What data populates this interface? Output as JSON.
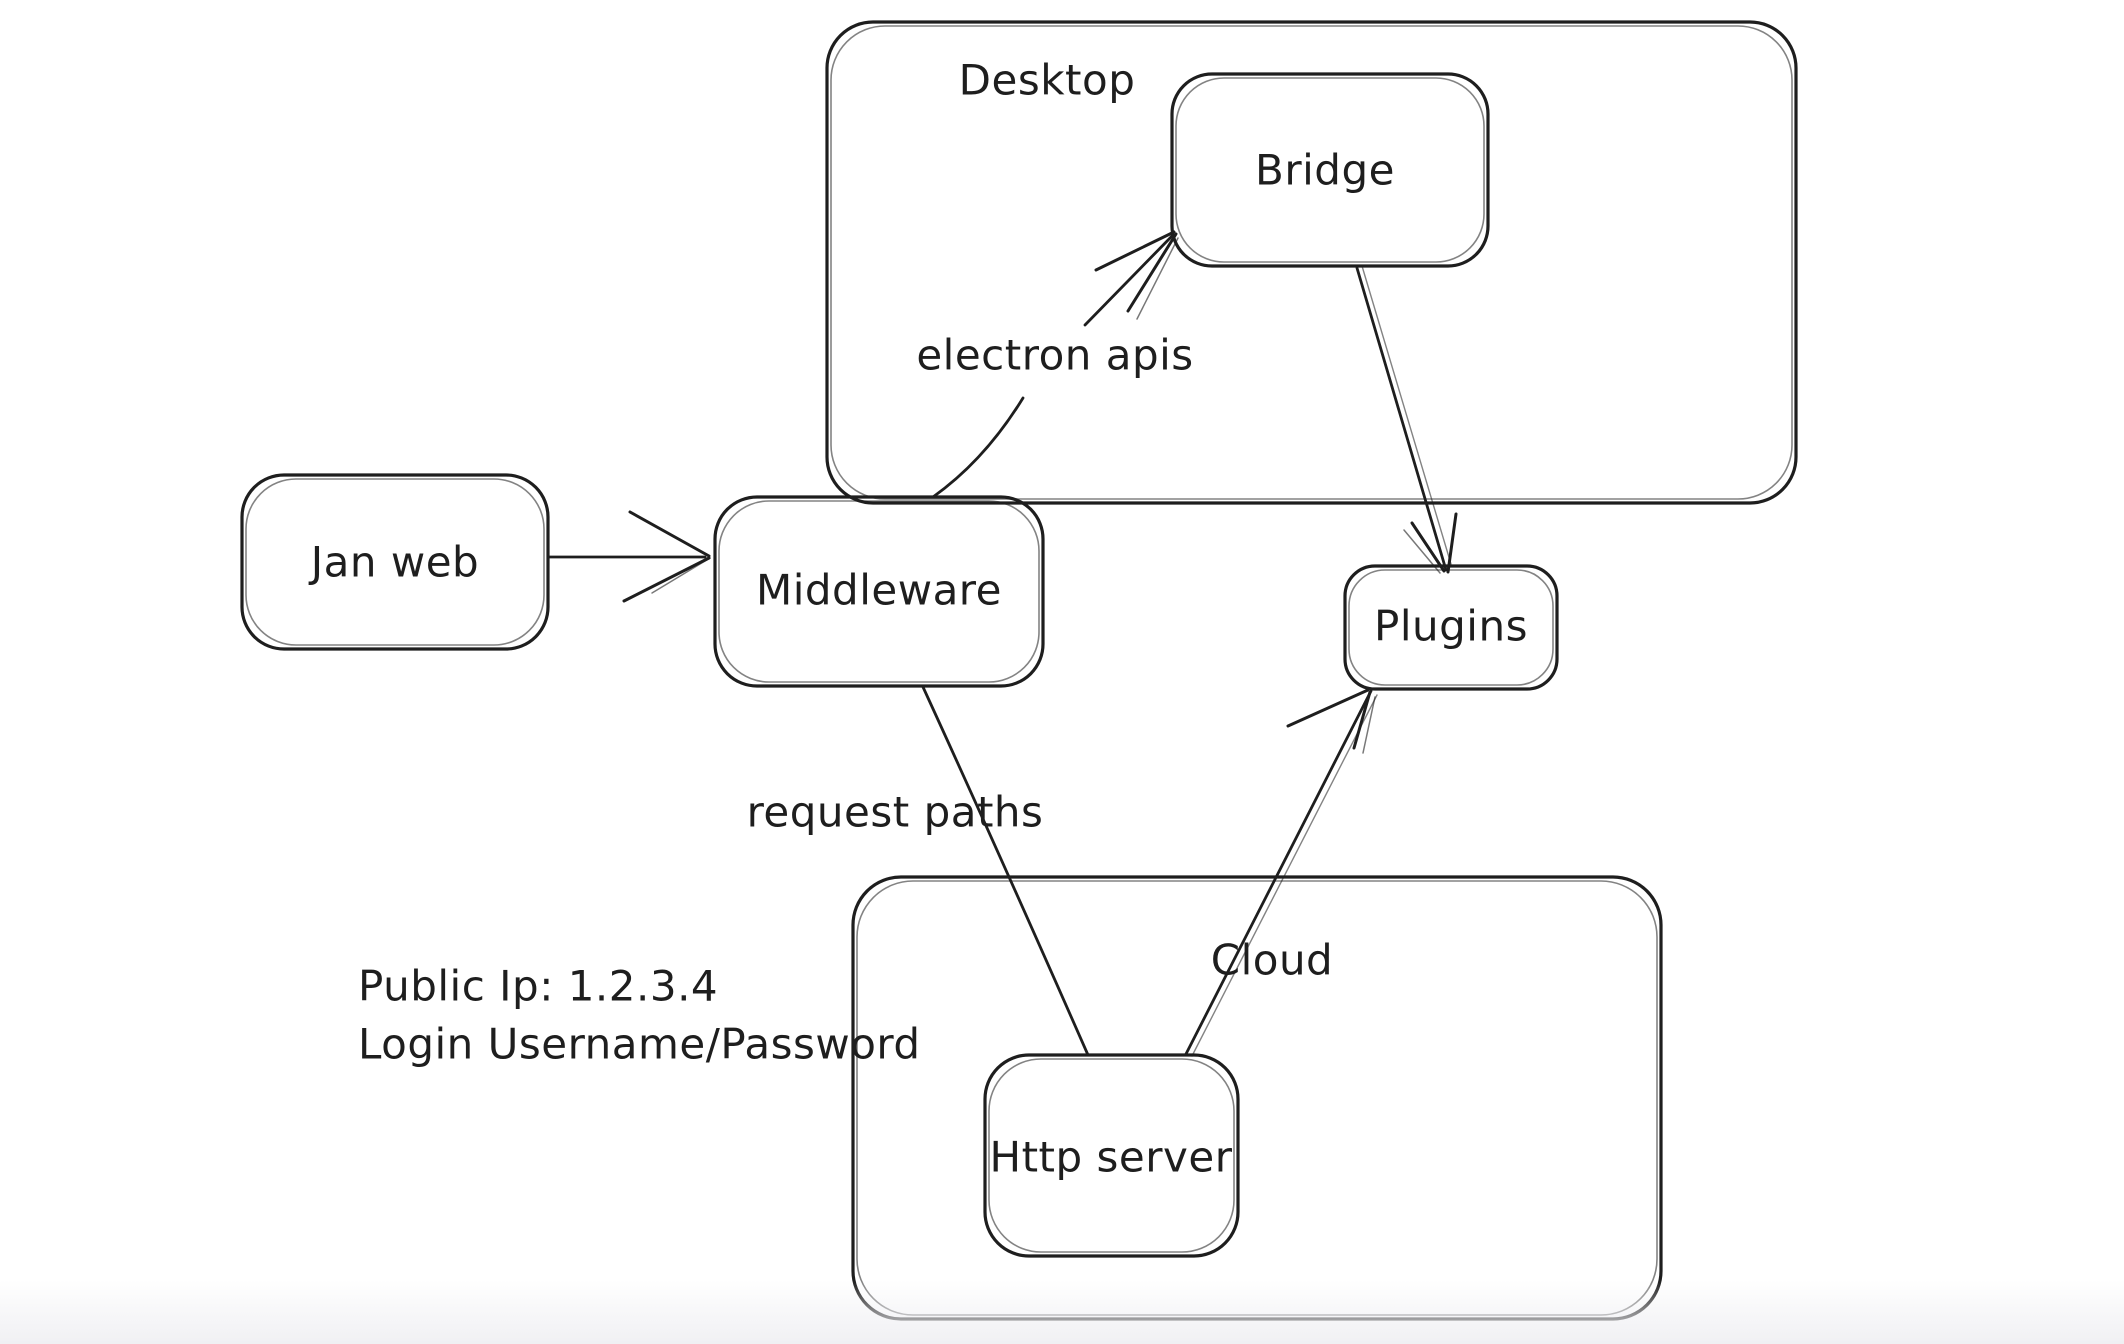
{
  "app": {
    "background_color": "#ffffff",
    "ink_color": "#1e1e1e"
  },
  "diagram": {
    "containers": [
      {
        "id": "desktop",
        "label": "Desktop"
      },
      {
        "id": "cloud",
        "label": "Cloud"
      }
    ],
    "nodes": [
      {
        "id": "jan-web",
        "label": "Jan web"
      },
      {
        "id": "middleware",
        "label": "Middleware"
      },
      {
        "id": "bridge",
        "label": "Bridge"
      },
      {
        "id": "plugins",
        "label": "Plugins"
      },
      {
        "id": "http-server",
        "label": "Http server"
      }
    ],
    "edges": [
      {
        "id": "jan-web-to-middleware",
        "from": "Jan web",
        "to": "Middleware",
        "label": ""
      },
      {
        "id": "middleware-to-bridge",
        "from": "Middleware",
        "to": "Bridge",
        "label": "electron apis"
      },
      {
        "id": "bridge-to-plugins",
        "from": "Bridge",
        "to": "Plugins",
        "label": ""
      },
      {
        "id": "middleware-to-http-server",
        "from": "Middleware",
        "to": "Http server",
        "label": "request paths"
      },
      {
        "id": "http-server-to-plugins",
        "from": "Http server",
        "to": "Plugins",
        "label": ""
      }
    ],
    "notes": {
      "line1": "Public Ip: 1.2.3.4",
      "line2": "Login Username/Password"
    }
  }
}
